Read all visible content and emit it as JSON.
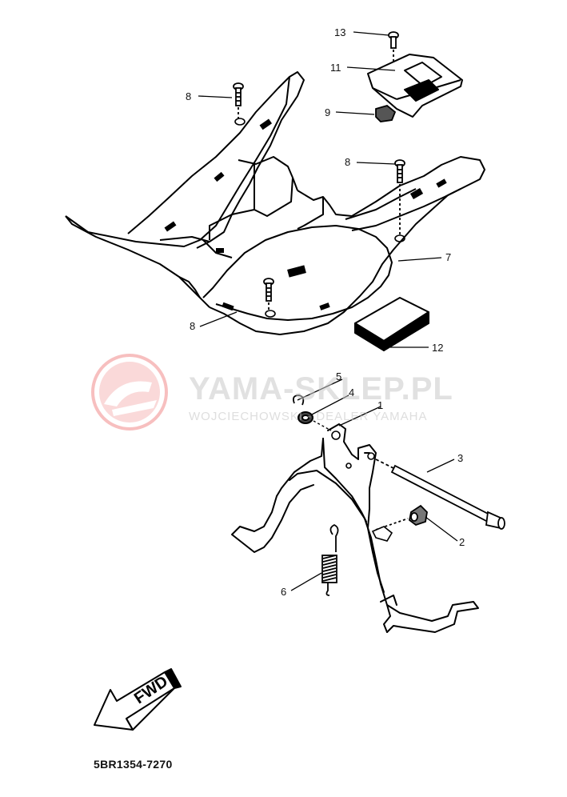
{
  "watermark": {
    "brand": "YAMA-SKLEP.PL",
    "subtitle": "WOJCIECHOWSKI - DEALER YAMAHA",
    "logo_color": "#f08080",
    "text_color": "#c8c8c8"
  },
  "callouts": [
    "13",
    "11",
    "9",
    "8",
    "8",
    "8",
    "7",
    "12",
    "5",
    "4",
    "1",
    "3",
    "2",
    "6"
  ],
  "fwd_label": "FWD",
  "catalog_number": "5BR1354-7270"
}
